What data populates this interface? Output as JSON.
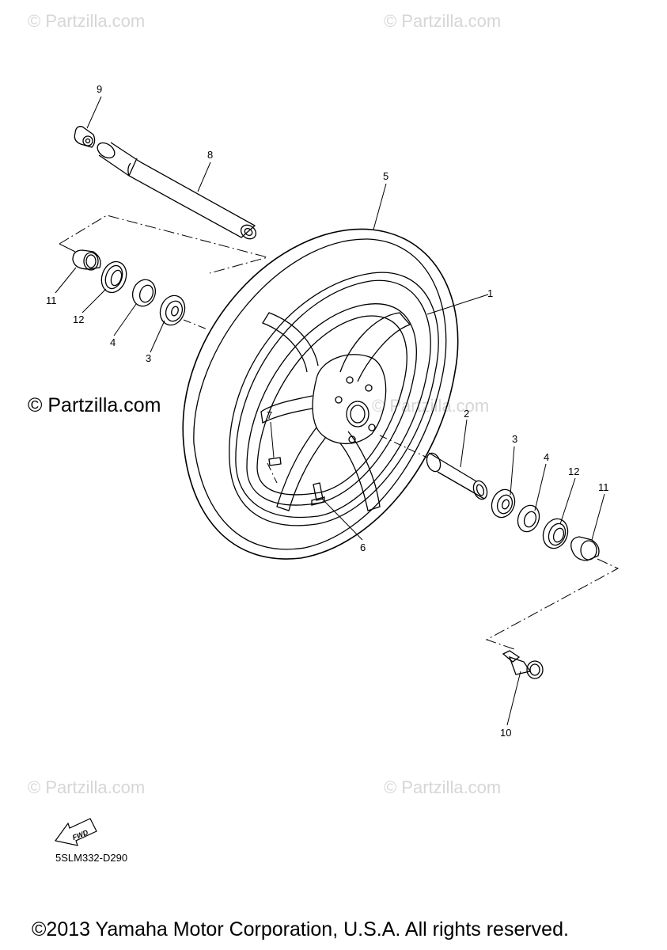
{
  "watermarks": {
    "top_left": "© Partzilla.com",
    "top_right": "© Partzilla.com",
    "middle": "© Partzilla.com",
    "middle_faint": "© Partzilla.com",
    "bottom_left": "© Partzilla.com",
    "bottom_right": "© Partzilla.com"
  },
  "callouts": [
    "1",
    "2",
    "3",
    "3",
    "4",
    "4",
    "5",
    "6",
    "7",
    "8",
    "9",
    "10",
    "11",
    "11",
    "12",
    "12"
  ],
  "fwd_label": "FWD",
  "diagram_code": "5SLM332-D290",
  "copyright": "©2013 Yamaha Motor Corporation, U.S.A. All rights reserved."
}
